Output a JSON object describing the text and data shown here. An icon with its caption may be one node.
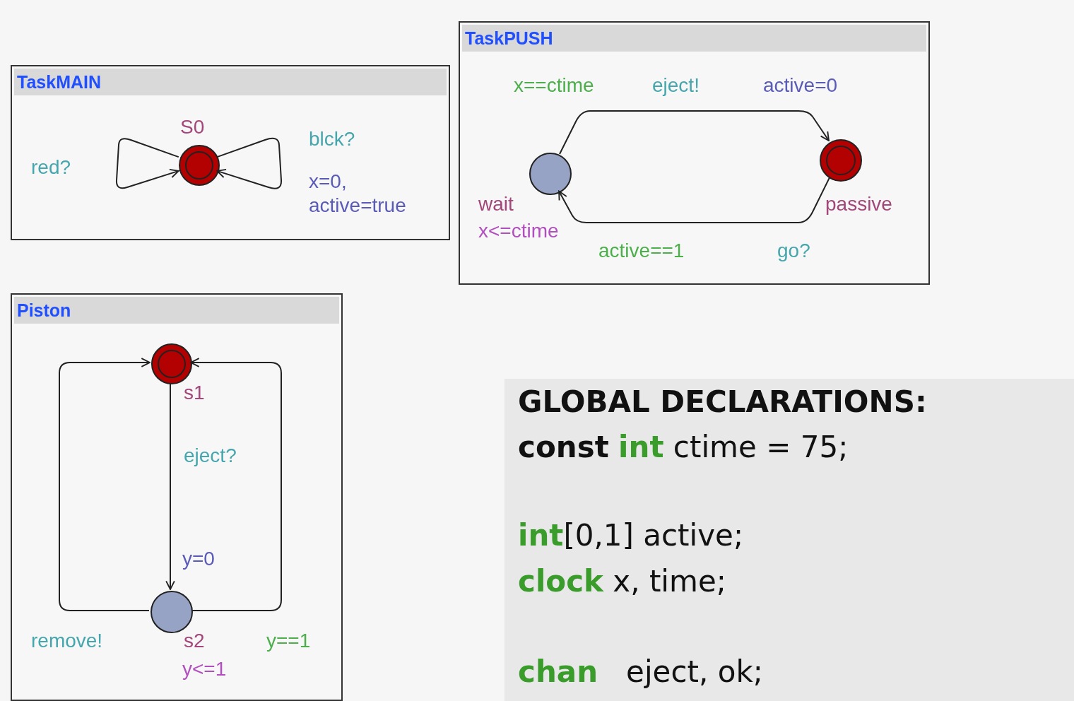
{
  "diagram": {
    "nodes": [
      {
        "text": [
          "TaskMAIN"
        ]
      },
      {
        "text": [],
        "shape": "circle",
        "in": 0,
        "beside": [
          "S0"
        ]
      },
      {
        "text": [
          "TaskPUSH"
        ]
      },
      {
        "text": [],
        "shape": "circle",
        "in": 2,
        "beside": [
          "wait",
          "x<=ctime"
        ]
      },
      {
        "text": [],
        "shape": "circle",
        "in": 2,
        "beside": [
          "passive"
        ]
      },
      {
        "text": [
          "Piston"
        ]
      },
      {
        "text": [],
        "shape": "circle",
        "in": 5,
        "beside": [
          "s1"
        ]
      },
      {
        "text": [],
        "shape": "circle",
        "in": 5,
        "beside": [
          "s2",
          "y<=1"
        ]
      },
      {
        "text": [
          "GLOBAL DECLARATIONS:",
          "**const** **int** ctime = 75;",
          "**int**[0,1] active;",
          "**clock** x, time;",
          "**chan**   eject, ok;"
        ]
      }
    ],
    "edges": [
      {
        "from": 1,
        "to": 1,
        "arrow": "to",
        "label": "red?"
      },
      {
        "from": 1,
        "to": 1,
        "arrow": "to",
        "label": "blck?"
      },
      {
        "from": 3,
        "to": 4,
        "arrow": "to",
        "label": "eject!"
      },
      {
        "from": 4,
        "to": 3,
        "arrow": "to",
        "label": "go?"
      },
      {
        "from": 6,
        "to": 7,
        "arrow": "to",
        "label": "eject?"
      },
      {
        "from": 7,
        "to": 6,
        "arrow": "to",
        "label": "remove!"
      },
      {
        "from": 7,
        "to": 6,
        "arrow": "to"
      }
    ],
    "labels": [
      "x=0, active=true",
      "x==ctime",
      "active=0",
      "active==1",
      "y=0",
      "y==1"
    ]
  }
}
